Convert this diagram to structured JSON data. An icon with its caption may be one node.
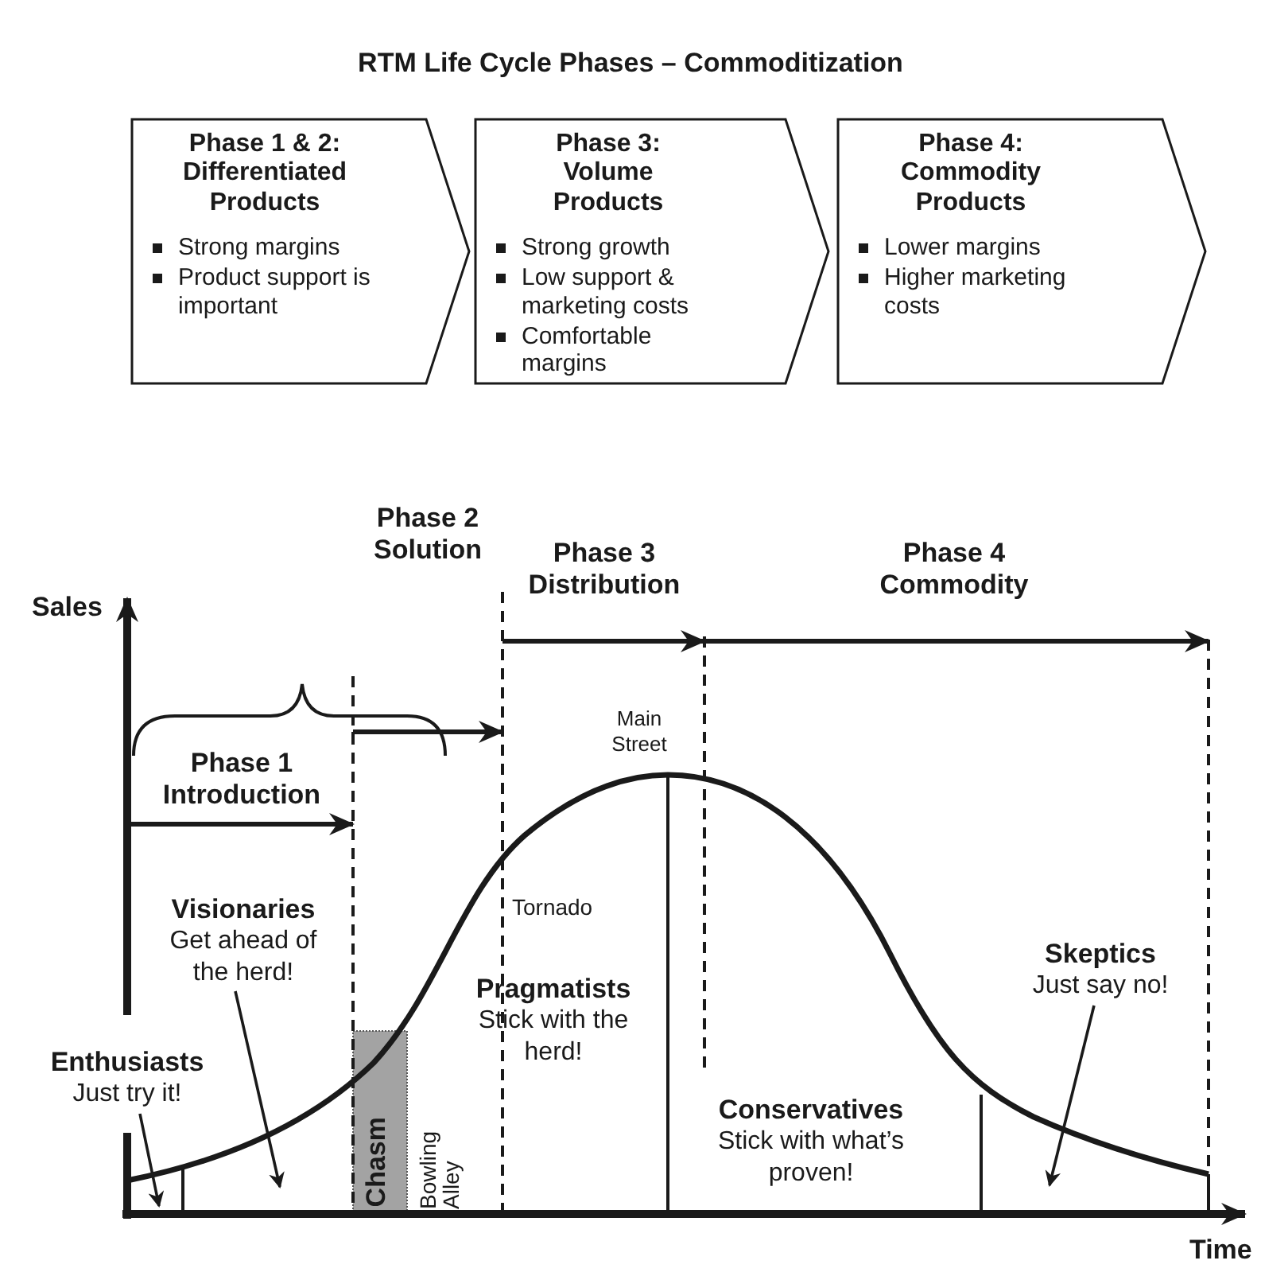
{
  "diagram": {
    "title": "RTM Life Cycle Phases – Commoditization",
    "nodes": [
      {
        "text": [
          "Phase 1 & 2: Differentiated Products",
          "Strong margins",
          "Product support is important"
        ]
      },
      {
        "text": [
          "Phase 3: Volume Products",
          "Strong growth",
          "Low support & marketing costs",
          "Comfortable margins"
        ]
      },
      {
        "text": [
          "Phase 4: Commodity Products",
          "Lower margins",
          "Higher marketing costs"
        ]
      },
      {
        "text": [
          "Visionaries",
          "Get ahead of the herd!"
        ]
      },
      {
        "text": [
          "Skeptics",
          "Just say no!"
        ]
      },
      {
        "text": [
          "Pragmatists",
          "Stick with the herd!"
        ]
      },
      {
        "text": [
          "Enthusiasts",
          "Just try it!"
        ]
      },
      {
        "text": [
          "Conservatives",
          "Stick with what’s proven!"
        ]
      }
    ],
    "edges": [
      {
        "from": 6,
        "to": null,
        "arrow": "to"
      },
      {
        "from": 3,
        "to": null,
        "arrow": "to"
      },
      {
        "from": 4,
        "to": null,
        "arrow": "to"
      }
    ],
    "labels": [
      "Sales",
      "Phase 3 Distribution",
      "Phase 4 Commodity",
      "Phase 2 Solution",
      "Phase 1 Introduction",
      "Main Street",
      "Tornado",
      "Chasm",
      "Bowling Alley",
      "Time"
    ]
  }
}
